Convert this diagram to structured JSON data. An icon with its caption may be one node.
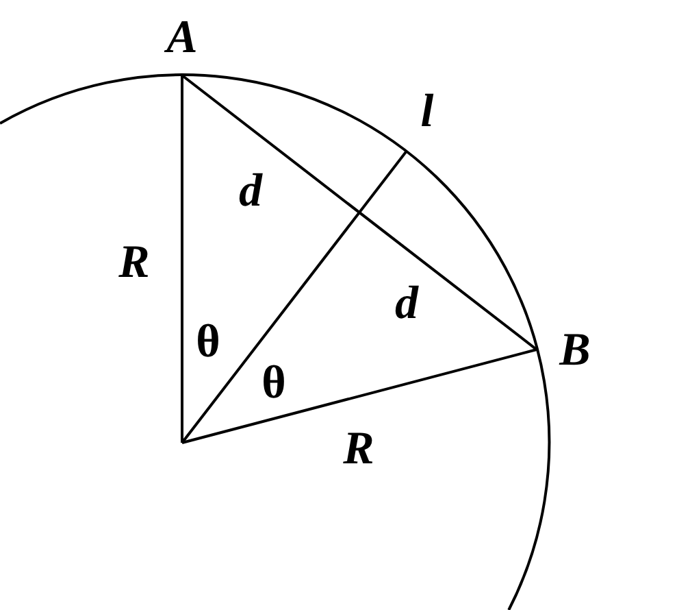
{
  "diagram": {
    "labels": [
      "A",
      "l",
      "d",
      "R",
      "d",
      "θ",
      "B",
      "θ",
      "R"
    ]
  }
}
